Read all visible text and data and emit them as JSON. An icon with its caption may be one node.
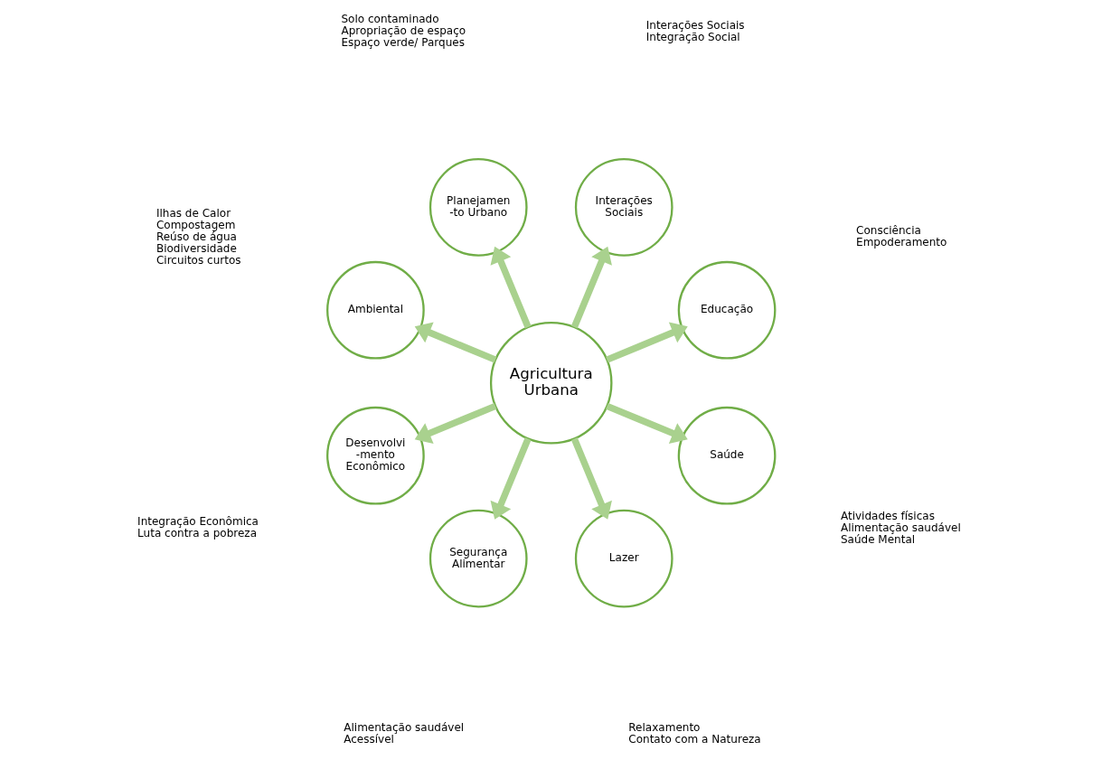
{
  "diagram": {
    "nodes": [
      {
        "text": [
          "Agricultura Urbana"
        ]
      },
      {
        "text": [
          "Educação"
        ],
        "beside": [
          "Consciência",
          "Empoderamento"
        ]
      },
      {
        "text": [
          "Interações Sociais"
        ],
        "beside": [
          "Interações Sociais",
          "Integração Social"
        ]
      },
      {
        "text": [
          "Planejamen -to Urbano"
        ],
        "beside": [
          "Solo contaminado",
          "Apropriação de espaço",
          "Espaço verde/ Parques"
        ]
      },
      {
        "text": [
          "Ambiental"
        ],
        "beside": [
          "Ilhas de Calor",
          "Compostagem",
          "Reúso de água",
          "Biodiversidade",
          "Circuitos curtos"
        ]
      },
      {
        "text": [
          "Desenvolvi -mento Econômico"
        ],
        "beside": [
          "Integração Econômica",
          "Luta contra a pobreza"
        ]
      },
      {
        "text": [
          "Segurança Alimentar"
        ],
        "beside": [
          "Alimentação saudável",
          "Acessível"
        ]
      },
      {
        "text": [
          "Lazer"
        ],
        "beside": [
          "Relaxamento",
          "Contato com a Natureza"
        ]
      },
      {
        "text": [
          "Saúde"
        ],
        "beside": [
          "Atividades físicas",
          "Alimentação saudável",
          "Saúde Mental"
        ]
      }
    ],
    "edges": [
      {
        "from": 0,
        "to": 1,
        "arrow": "to"
      },
      {
        "from": 0,
        "to": 3,
        "arrow": "to"
      },
      {
        "from": 0,
        "to": 5,
        "arrow": "to"
      },
      {
        "from": 0,
        "to": 7,
        "arrow": "to"
      },
      {
        "from": 0,
        "to": 8,
        "arrow": "to"
      },
      {
        "from": 0,
        "to": 6,
        "arrow": "to"
      },
      {
        "from": 0,
        "to": 4,
        "arrow": "to"
      },
      {
        "from": 0,
        "to": 2,
        "arrow": "to"
      }
    ]
  }
}
